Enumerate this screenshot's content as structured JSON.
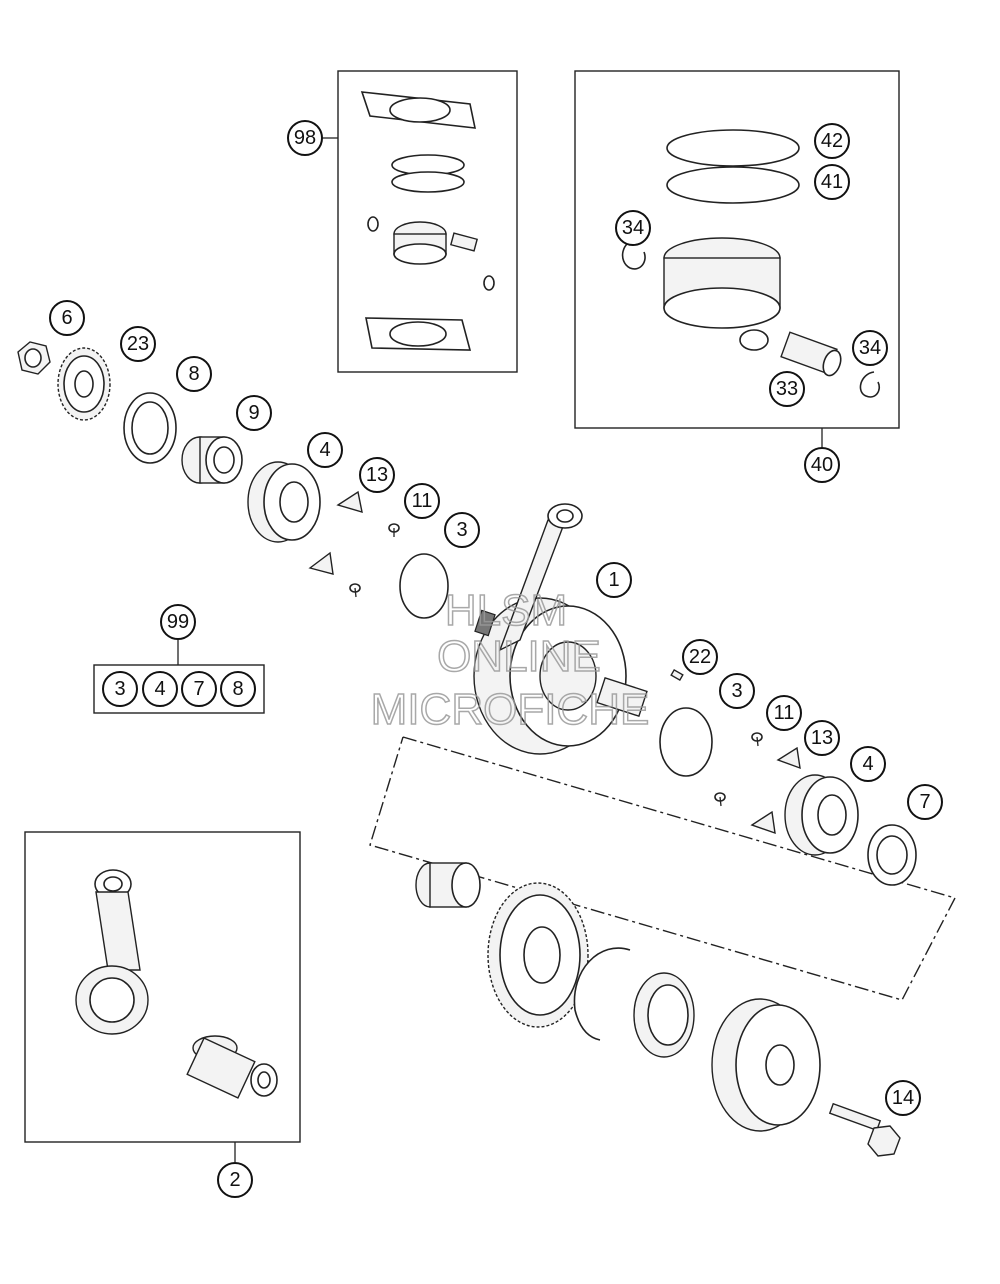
{
  "watermark": {
    "line1": "HLSM",
    "line2": "ONLINE",
    "line3": "MICROFICHE"
  },
  "callouts": {
    "c98": "98",
    "c42": "42",
    "c41": "41",
    "c34a": "34",
    "c34b": "34",
    "c33": "33",
    "c40": "40",
    "c6": "6",
    "c23": "23",
    "c8": "8",
    "c9": "9",
    "c4a": "4",
    "c13a": "13",
    "c11a": "11",
    "c3a": "3",
    "c1": "1",
    "c22": "22",
    "c3b": "3",
    "c11b": "11",
    "c13b": "13",
    "c4b": "4",
    "c7": "7",
    "c99": "99",
    "c14": "14",
    "c2": "2"
  },
  "kit99": [
    "3",
    "4",
    "7",
    "8"
  ]
}
